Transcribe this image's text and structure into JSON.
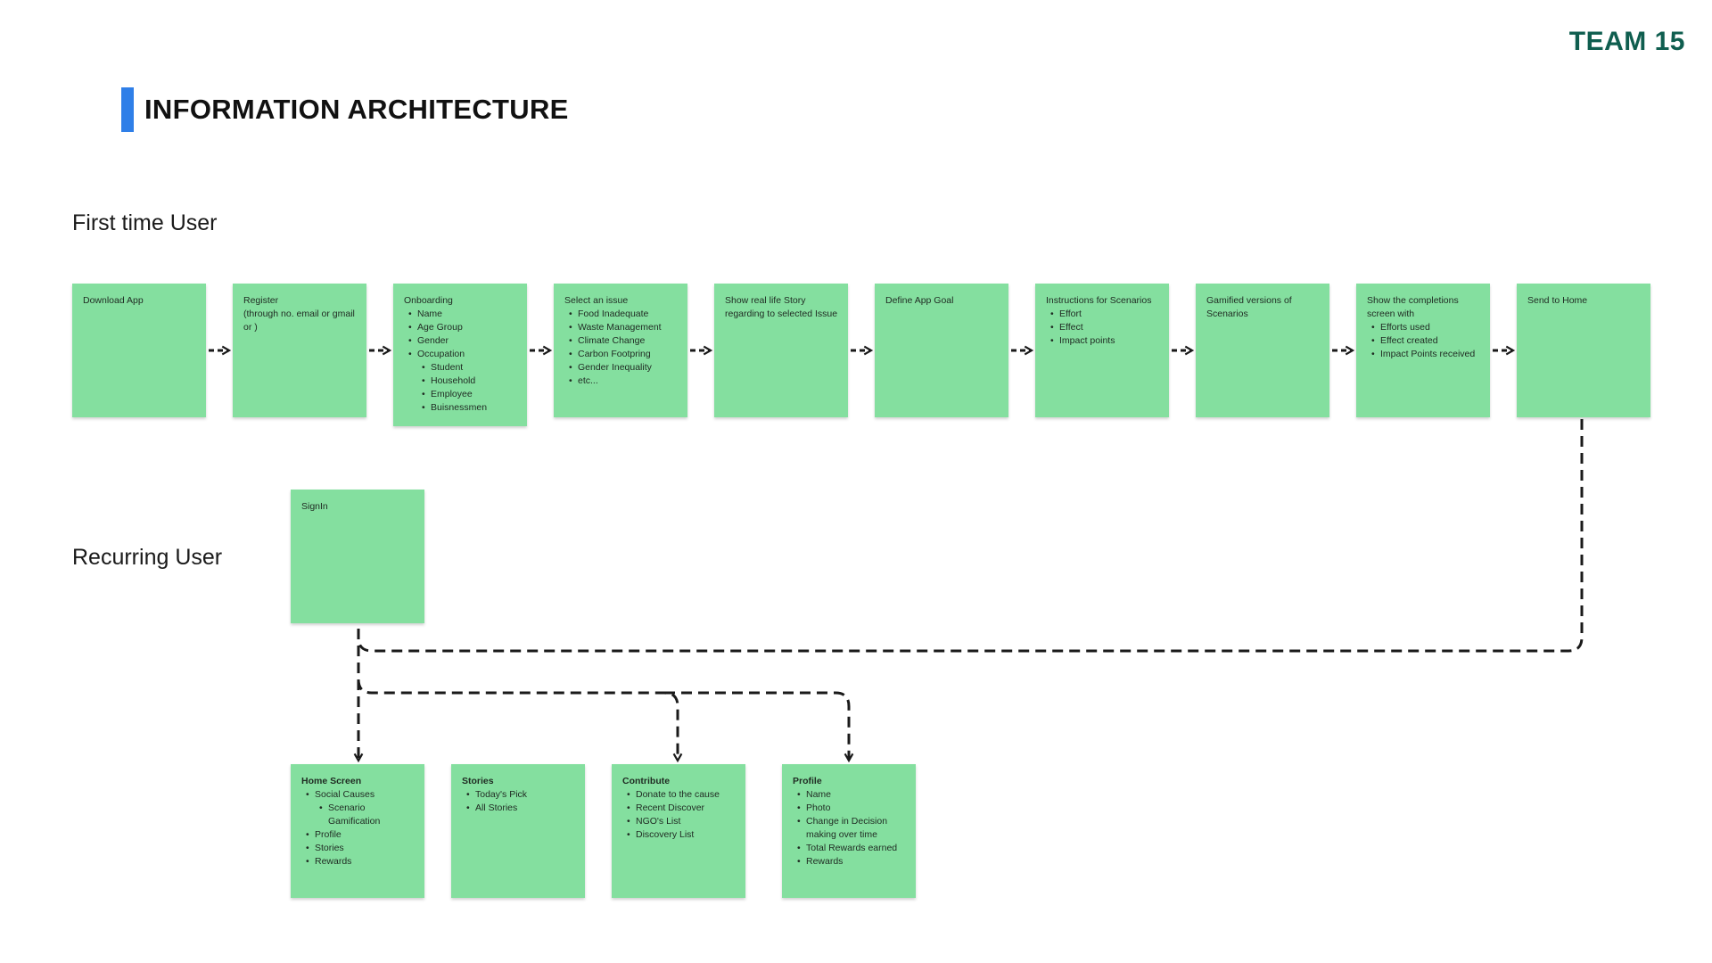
{
  "header": {
    "team": "TEAM 15",
    "title": "INFORMATION ARCHITECTURE",
    "accent": "#2f7fe8"
  },
  "sections": {
    "first_time": "First time User",
    "recurring": "Recurring User"
  },
  "colors": {
    "note": "#84df9f",
    "team": "#0f5e4f",
    "arrow": "#1a1a1a"
  },
  "icons": {
    "flow_arrow": "dashed-arrow-right-icon",
    "down_arrow": "dashed-arrow-down-icon"
  },
  "first_time_flow": [
    {
      "title": "Download App",
      "items": []
    },
    {
      "title": "Register\n(through no. email or gmail or )",
      "items": []
    },
    {
      "title": "Onboarding",
      "items": [
        {
          "text": "Name"
        },
        {
          "text": "Age Group"
        },
        {
          "text": "Gender"
        },
        {
          "text": "Occupation",
          "children": [
            "Student",
            "Household",
            "Employee",
            "Buisnessmen"
          ]
        }
      ]
    },
    {
      "title": "Select an issue",
      "items": [
        {
          "text": "Food Inadequate"
        },
        {
          "text": "Waste Management"
        },
        {
          "text": "Climate Change"
        },
        {
          "text": "Carbon Footpring"
        },
        {
          "text": "Gender Inequality"
        },
        {
          "text": "etc..."
        }
      ]
    },
    {
      "title": "Show real life Story regarding to selected Issue",
      "items": []
    },
    {
      "title": "Define App Goal",
      "items": []
    },
    {
      "title": "Instructions for Scenarios",
      "items": [
        {
          "text": "Effort"
        },
        {
          "text": "Effect"
        },
        {
          "text": "Impact points"
        }
      ]
    },
    {
      "title": "Gamified versions of Scenarios",
      "items": []
    },
    {
      "title": "Show the completions screen with",
      "items": [
        {
          "text": "Efforts used"
        },
        {
          "text": "Effect created"
        },
        {
          "text": "Impact Points received"
        }
      ]
    },
    {
      "title": "Send to Home",
      "items": []
    }
  ],
  "signin": {
    "title": "SignIn",
    "items": []
  },
  "recurring_destinations": [
    {
      "title": "Home Screen",
      "items": [
        {
          "text": "Social Causes",
          "children": [
            "Scenario Gamification"
          ]
        },
        {
          "text": "Profile"
        },
        {
          "text": "Stories"
        },
        {
          "text": "Rewards"
        }
      ]
    },
    {
      "title": "Stories",
      "items": [
        {
          "text": "Today's Pick"
        },
        {
          "text": "All Stories"
        }
      ]
    },
    {
      "title": "Contribute",
      "items": [
        {
          "text": "Donate to the cause"
        },
        {
          "text": "Recent Discover"
        },
        {
          "text": "NGO's List"
        },
        {
          "text": "Discovery List"
        }
      ]
    },
    {
      "title": "Profile",
      "items": [
        {
          "text": "Name"
        },
        {
          "text": "Photo"
        },
        {
          "text": "Change in Decision making over time"
        },
        {
          "text": "Total Rewards earned"
        },
        {
          "text": "Rewards"
        }
      ]
    }
  ]
}
